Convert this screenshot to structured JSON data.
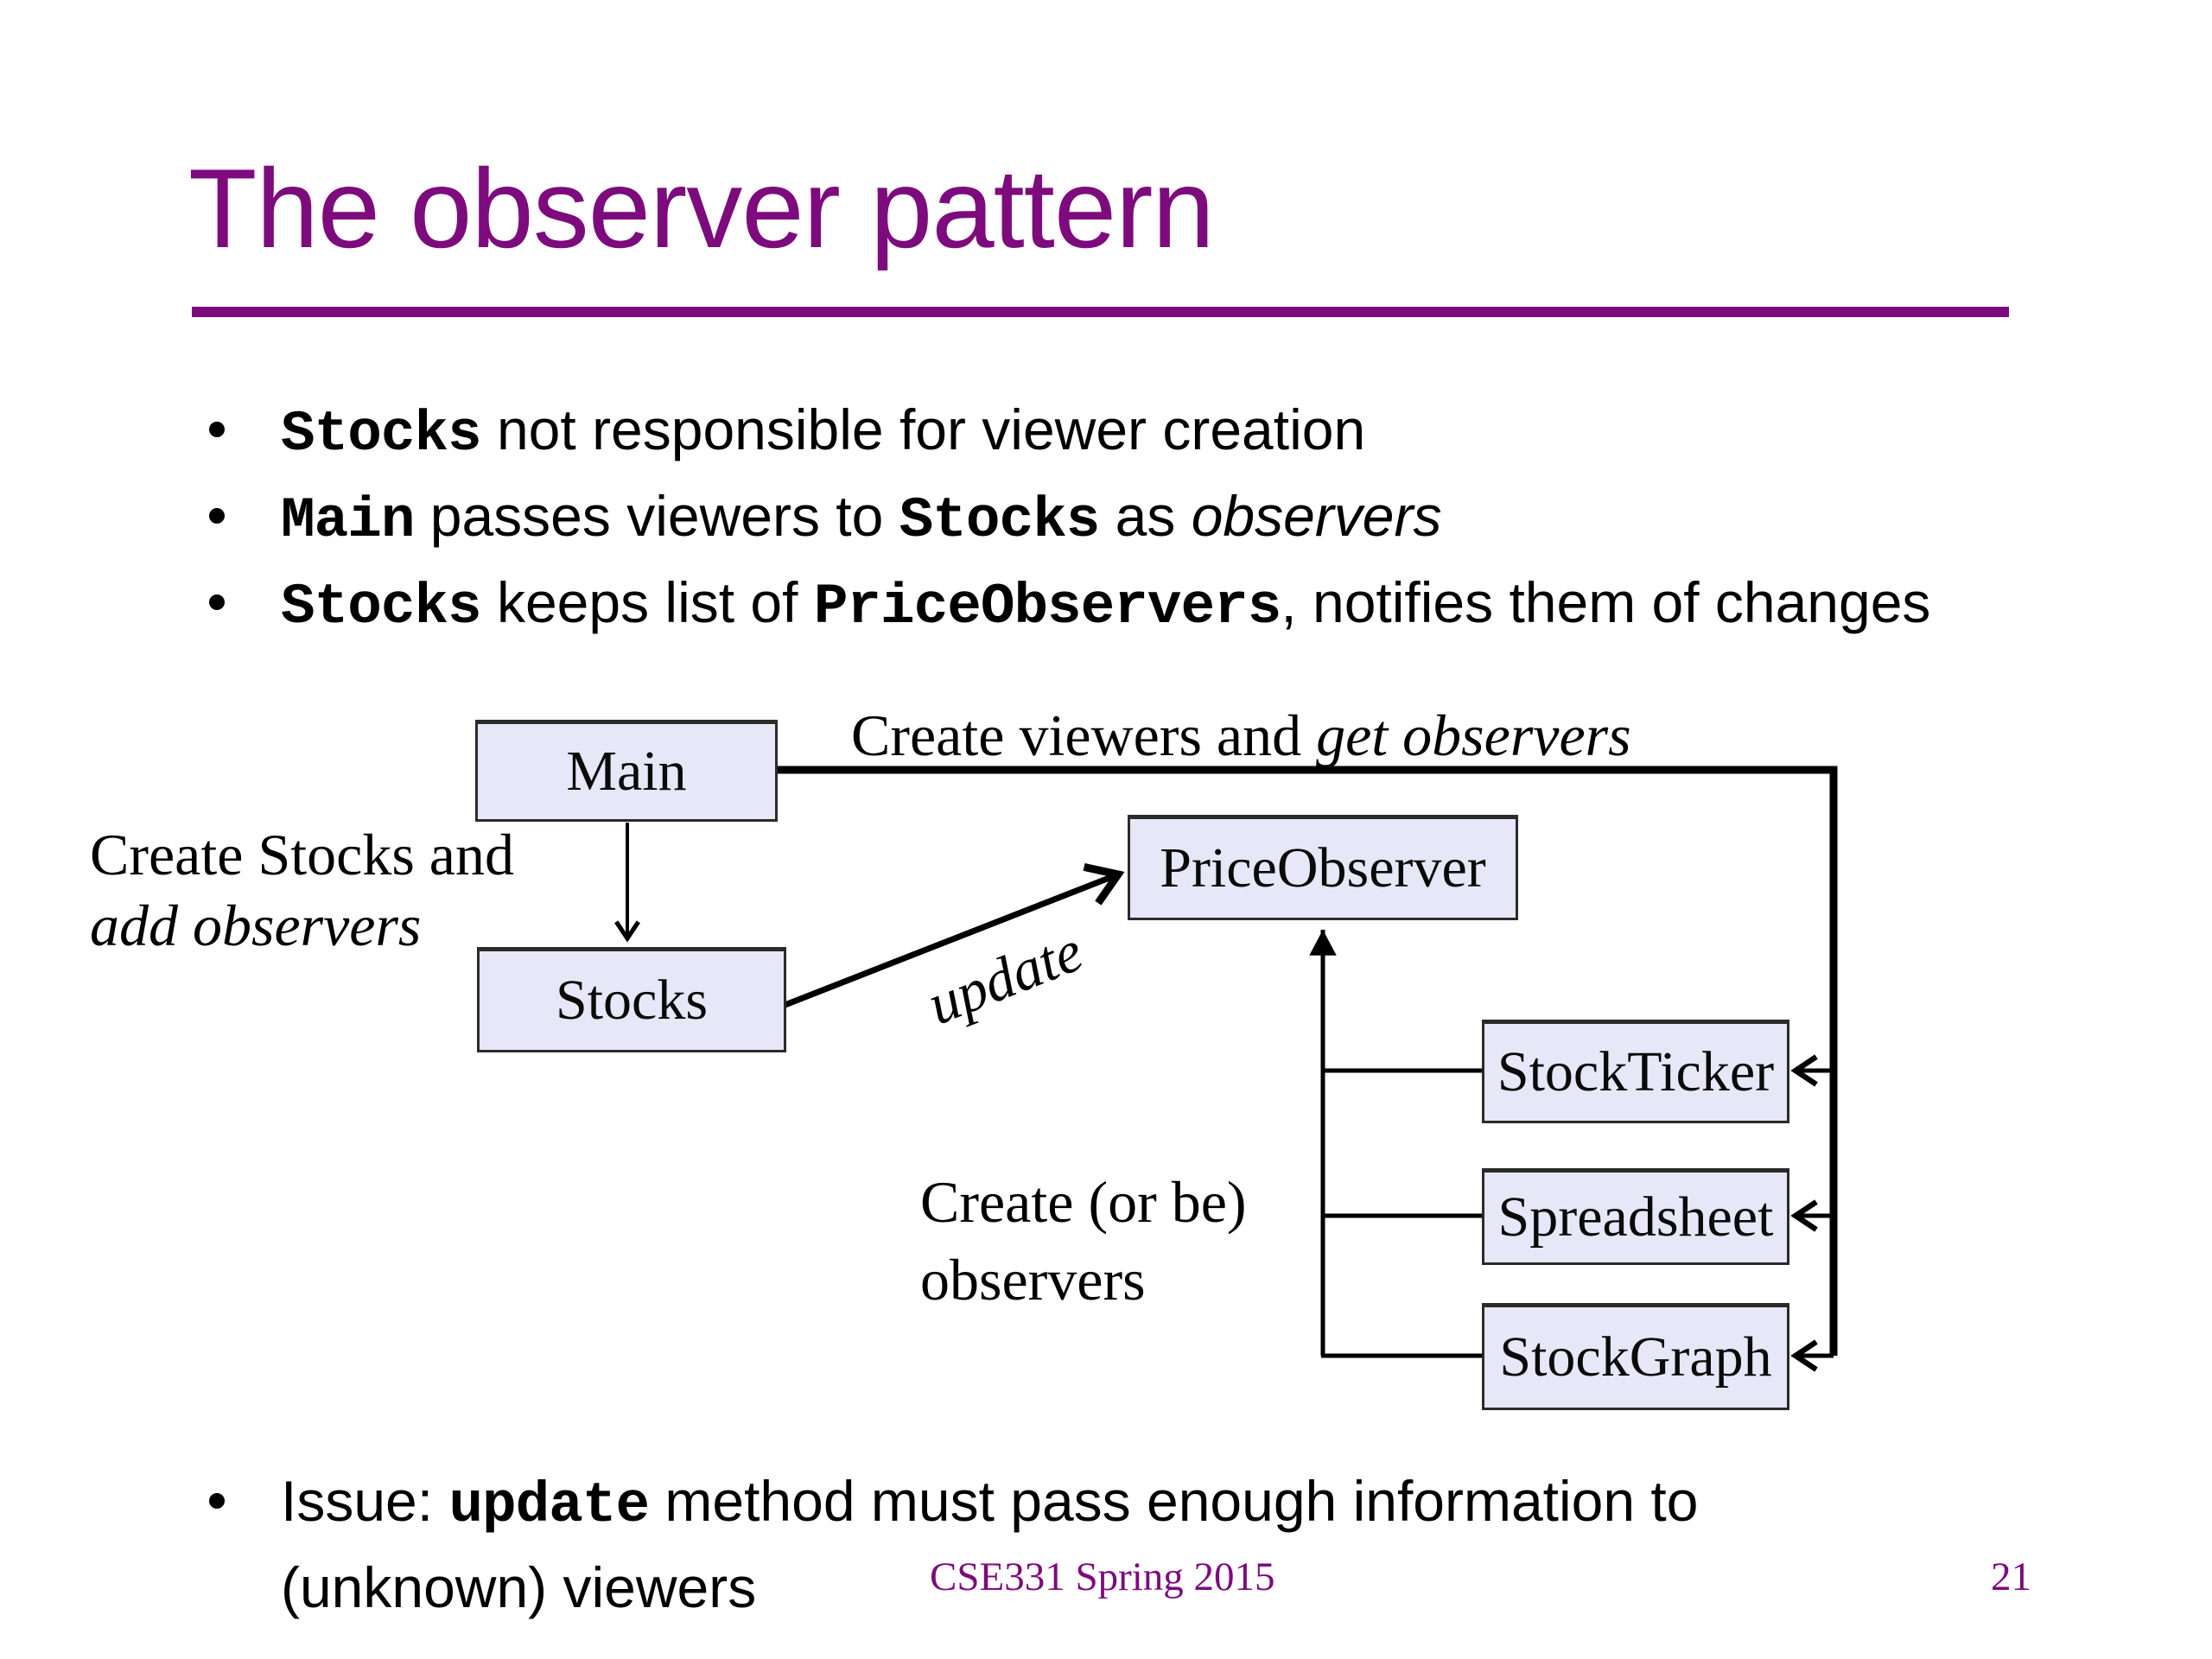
{
  "colors": {
    "accent": "#7D0B7D",
    "box_fill": "#E7E7F8",
    "box_border": "#2B2B2B",
    "line": "#000000"
  },
  "title": "The observer pattern",
  "bullets": [
    {
      "parts": [
        {
          "t": "Stocks"
        },
        {
          "t": " not responsible for viewer creation"
        }
      ]
    },
    {
      "parts": [
        {
          "t": "Main"
        },
        {
          "t": " passes viewers to "
        },
        {
          "t": "Stocks"
        },
        {
          "t": " as "
        },
        {
          "t": "observers"
        }
      ]
    },
    {
      "parts": [
        {
          "t": "Stocks"
        },
        {
          "t": " keeps list of "
        },
        {
          "t": "PriceObservers"
        },
        {
          "t": ", notifies them of changes"
        }
      ]
    }
  ],
  "diagram": {
    "nodes": [
      {
        "id": "main",
        "label": "Main"
      },
      {
        "id": "stocks",
        "label": "Stocks"
      },
      {
        "id": "price-observer",
        "label": "PriceObserver"
      },
      {
        "id": "stock-ticker",
        "label": "StockTicker"
      },
      {
        "id": "spreadsheet",
        "label": "Spreadsheet"
      },
      {
        "id": "stock-graph",
        "label": "StockGraph"
      }
    ],
    "labels": {
      "create_viewers": {
        "prefix": "Create viewers and ",
        "italic": "get observers"
      },
      "create_stocks": {
        "line1": "Create Stocks and",
        "line2": "add observers"
      },
      "update": "update",
      "create_or_be": {
        "line1": "Create (or be)",
        "line2": "observers"
      }
    }
  },
  "issue": {
    "parts": [
      {
        "t": "Issue: "
      },
      {
        "t": "update"
      },
      {
        "t": " method must pass enough information to"
      }
    ],
    "line2": "(unknown) viewers"
  },
  "footer": {
    "course": "CSE331 Spring 2015",
    "page": "21"
  }
}
